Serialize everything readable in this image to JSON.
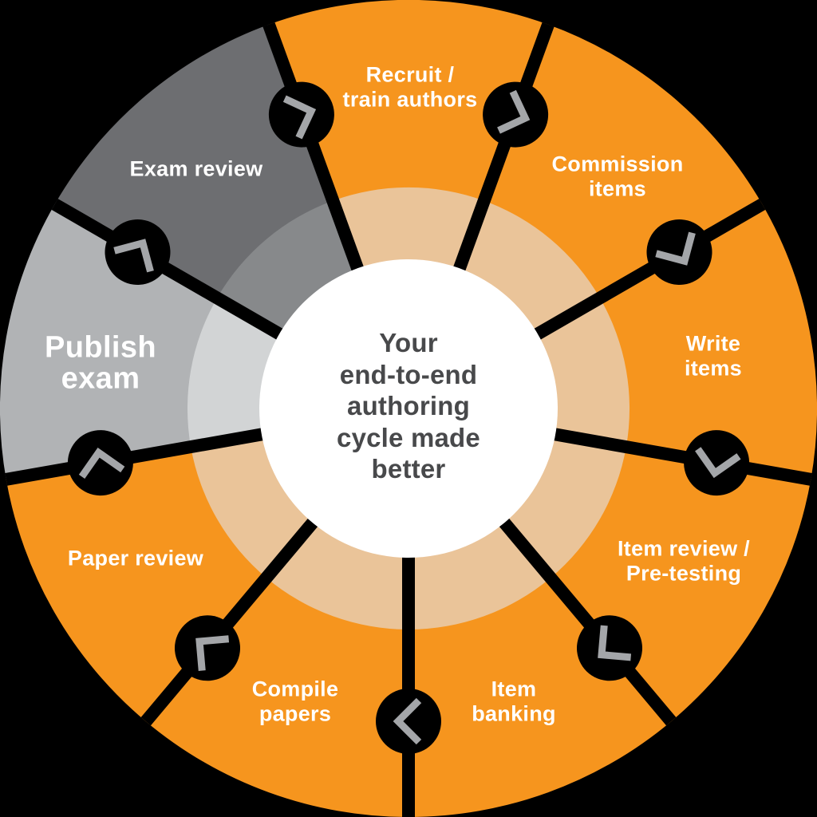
{
  "diagram_title": "Your\nend-to-end\nauthoring\ncycle made\nbetter",
  "flow_direction": "clockwise",
  "colors": {
    "background": "#000000",
    "spoke": "#000000",
    "center_bg": "#FFFFFF",
    "center_text": "#48494B",
    "label_text": "#FFFFFF"
  },
  "nodes": {
    "icon": "chevron-next-icon",
    "background": "#000000",
    "chevron_color": "#A4A6A9"
  },
  "segments": [
    {
      "id": "recruit-train-authors",
      "label": "Recruit /\ntrain authors",
      "color": "#F6951E",
      "inner_color": "#EAC499"
    },
    {
      "id": "commission-items",
      "label": "Commission\nitems",
      "color": "#F6951E",
      "inner_color": "#EAC499"
    },
    {
      "id": "write-items",
      "label": "Write items",
      "color": "#F6951E",
      "inner_color": "#EAC499"
    },
    {
      "id": "item-review-pre-testing",
      "label": "Item review /\nPre-testing",
      "color": "#F6951E",
      "inner_color": "#EAC499"
    },
    {
      "id": "item-banking",
      "label": "Item\nbanking",
      "color": "#F6951E",
      "inner_color": "#EAC499"
    },
    {
      "id": "compile-papers",
      "label": "Compile\npapers",
      "color": "#F6951E",
      "inner_color": "#EAC499"
    },
    {
      "id": "paper-review",
      "label": "Paper review",
      "color": "#F6951E",
      "inner_color": "#EAC499"
    },
    {
      "id": "publish-exam",
      "label": "Publish\nexam",
      "color": "#B1B3B5",
      "inner_color": "#D2D4D5"
    },
    {
      "id": "exam-review",
      "label": "Exam review",
      "color": "#6D6E71",
      "inner_color": "#87898B"
    }
  ]
}
